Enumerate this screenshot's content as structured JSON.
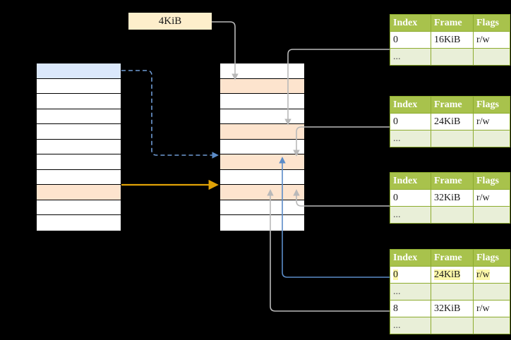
{
  "diagram": {
    "title_label": "4KiB",
    "virtual_column": {
      "name": "virtual-address-space",
      "rows": [
        {
          "state": "blue"
        },
        {
          "state": "plain"
        },
        {
          "state": "plain"
        },
        {
          "state": "plain"
        },
        {
          "state": "plain"
        },
        {
          "state": "plain"
        },
        {
          "state": "plain"
        },
        {
          "state": "plain"
        },
        {
          "state": "orange"
        },
        {
          "state": "plain"
        },
        {
          "state": "plain"
        }
      ]
    },
    "physical_column": {
      "name": "physical-memory",
      "rows": [
        {
          "state": "plain"
        },
        {
          "state": "orange"
        },
        {
          "state": "plain"
        },
        {
          "state": "plain"
        },
        {
          "state": "orange"
        },
        {
          "state": "plain"
        },
        {
          "state": "orange"
        },
        {
          "state": "plain"
        },
        {
          "state": "orange"
        },
        {
          "state": "plain"
        },
        {
          "state": "plain"
        }
      ]
    },
    "tables": [
      {
        "name": "page-table-1",
        "headers": [
          "Index",
          "Frame",
          "Flags"
        ],
        "rows": [
          {
            "type": "data",
            "cells": [
              "0",
              "16KiB",
              "r/w"
            ],
            "highlight": false
          },
          {
            "type": "ellipsis",
            "cells": [
              "...",
              "",
              ""
            ],
            "highlight": false
          }
        ]
      },
      {
        "name": "page-table-2",
        "headers": [
          "Index",
          "Frame",
          "Flags"
        ],
        "rows": [
          {
            "type": "data",
            "cells": [
              "0",
              "24KiB",
              "r/w"
            ],
            "highlight": false
          },
          {
            "type": "ellipsis",
            "cells": [
              "...",
              "",
              ""
            ],
            "highlight": false
          }
        ]
      },
      {
        "name": "page-table-3",
        "headers": [
          "Index",
          "Frame",
          "Flags"
        ],
        "rows": [
          {
            "type": "data",
            "cells": [
              "0",
              "32KiB",
              "r/w"
            ],
            "highlight": false
          },
          {
            "type": "ellipsis",
            "cells": [
              "...",
              "",
              ""
            ],
            "highlight": false
          }
        ]
      },
      {
        "name": "page-table-4",
        "headers": [
          "Index",
          "Frame",
          "Flags"
        ],
        "rows": [
          {
            "type": "data",
            "cells": [
              "0",
              "24KiB",
              "r/w"
            ],
            "highlight": true
          },
          {
            "type": "ellipsis",
            "cells": [
              "...",
              "",
              ""
            ],
            "highlight": false
          },
          {
            "type": "data",
            "cells": [
              "8",
              "32KiB",
              "r/w"
            ],
            "highlight": false
          },
          {
            "type": "ellipsis",
            "cells": [
              "...",
              "",
              ""
            ],
            "highlight": false
          }
        ]
      }
    ],
    "colors": {
      "header_green": "#a8c24c",
      "ellipsis_green": "#e9efd8",
      "highlight_yellow": "#fbf7a8",
      "blue_row": "#dbe8fb",
      "orange_row": "#fde4ce",
      "arrow_blue": "#5b8cc8",
      "arrow_orange": "#e0a206",
      "arrow_gray": "#b4b4b4",
      "label_bg": "#fdeecb",
      "background": "#000000"
    }
  }
}
